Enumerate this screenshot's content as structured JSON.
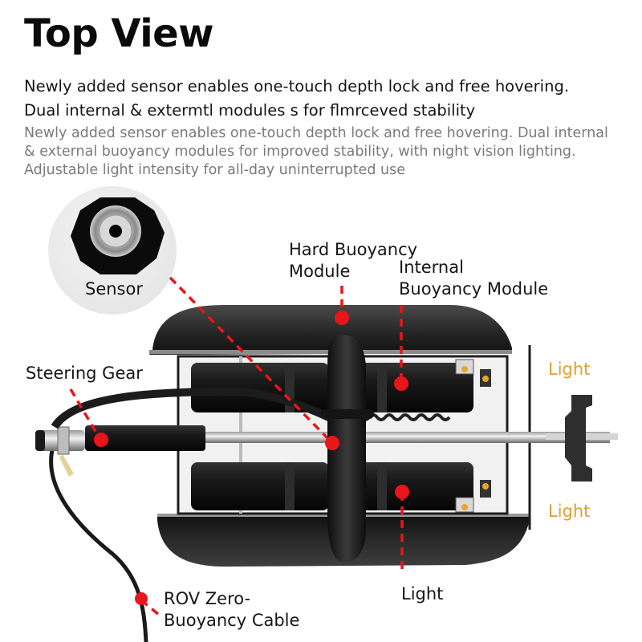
{
  "header": {
    "title": "Top View",
    "lead_lines": [
      "Newly added sensor enables one-touch depth lock and free hovering.",
      "Dual internal & extermtl modules s for flmrceved stability"
    ]
  },
  "description": {
    "lines": [
      "Newly added sensor enables one-touch depth lock and free hovering. Dual internal",
      "& external buoyancy modules for improved stability, with night vision lighting.",
      "Adjustable light intensity for all-day uninterrupted use"
    ]
  },
  "callouts": {
    "sensor": "Sensor",
    "hard_buoyancy": [
      "Hard Buoyancy",
      "Module"
    ],
    "internal_buoyancy": [
      "Internal",
      "Buoyancy Module"
    ],
    "steering_gear": "Steering Gear",
    "light_top_right": "Light",
    "light_bottom_right": "Light",
    "light_bottom": "Light",
    "cable": [
      "ROV Zero-",
      "Buoyancy Cable"
    ]
  },
  "colors": {
    "callout_red": "#e8151b",
    "light_label": "#dba233",
    "body_dark": "#1c1c1c",
    "description_gray": "#7a7a7a"
  }
}
